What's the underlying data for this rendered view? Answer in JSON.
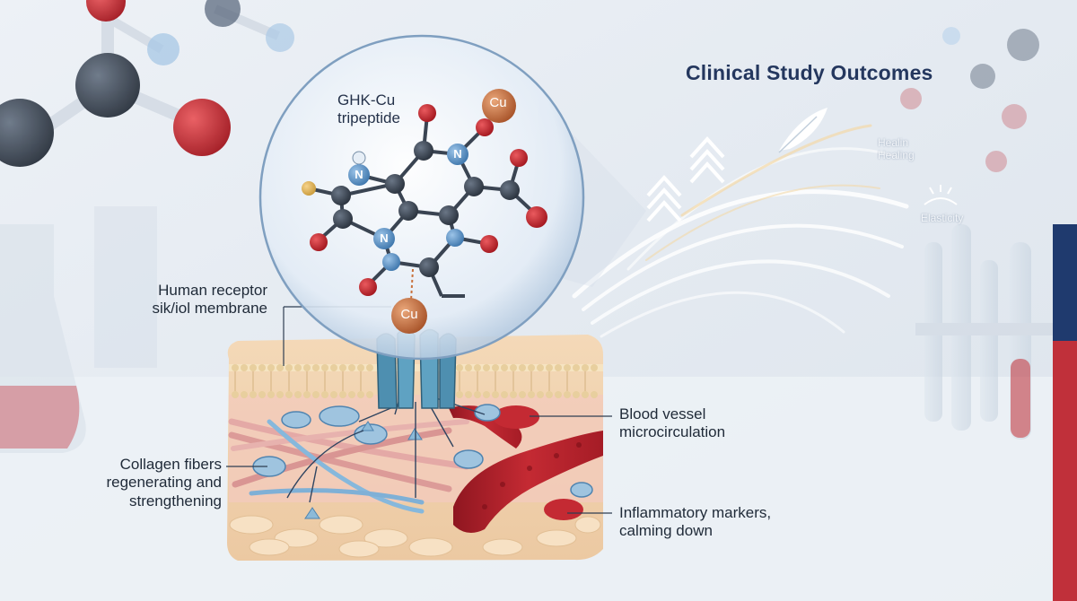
{
  "title": "Clinical Study Outcomes",
  "molecule": {
    "line1": "GHK-Cu",
    "line2": "tripeptide",
    "cu_top": "Cu",
    "cu_bottom": "Cu",
    "n_atoms": [
      "N",
      "N",
      "N",
      "N"
    ]
  },
  "labels": {
    "receptor": [
      "Human receptor",
      "sik/iol membrane"
    ],
    "collagen": [
      "Collagen fibers",
      "regenerating and",
      "strengthening"
    ],
    "blood": [
      "Blood vessel",
      "microcirculation"
    ],
    "inflammatory": [
      "Inflammatory markers,",
      "calming down"
    ]
  },
  "outcomes": {
    "healing": [
      "Healin",
      "Healing"
    ],
    "elasticity": "Elasticity"
  },
  "icons": [
    "feather-icon",
    "chevron-up-icon",
    "splash-icon"
  ],
  "colors": {
    "title": "#24375e",
    "accent_red": "#c0303a",
    "accent_navy": "#1f3a6e",
    "copper": "#c8713c",
    "oxygen": "#c62b32",
    "nitrogen": "#5b93c6"
  }
}
